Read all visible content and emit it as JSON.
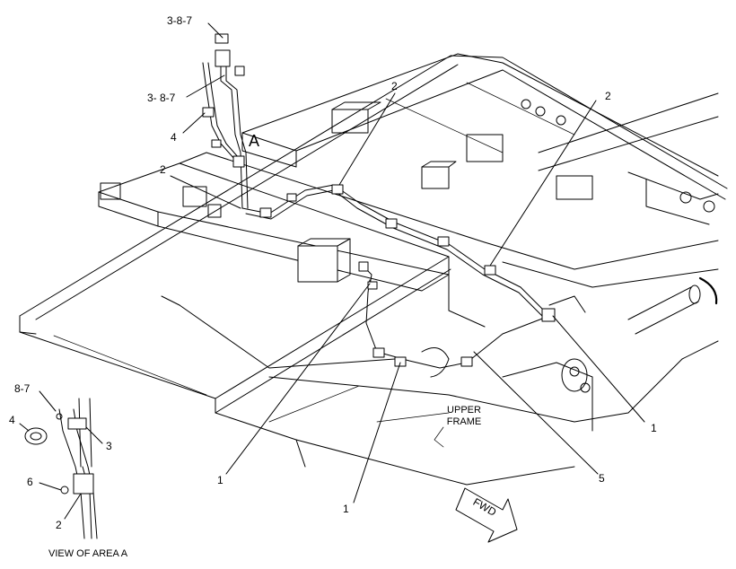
{
  "callouts": {
    "c387_top": "3-8-7",
    "c387_mid": "3- 8-7",
    "c4_top": "4",
    "c2_left": "2",
    "c2_top": "2",
    "c2_right": "2",
    "c1_right": "1",
    "c1_bottom_left": "1",
    "c1_bottom": "1",
    "c5": "5",
    "area_a": "A"
  },
  "inset": {
    "c87": "8-7",
    "c4": "4",
    "c3": "3",
    "c6": "6",
    "c2": "2",
    "caption": "VIEW OF AREA A"
  },
  "frame_note": {
    "line1": "UPPER",
    "line2": "FRAME"
  },
  "direction_arrow": {
    "label": "FWD"
  }
}
